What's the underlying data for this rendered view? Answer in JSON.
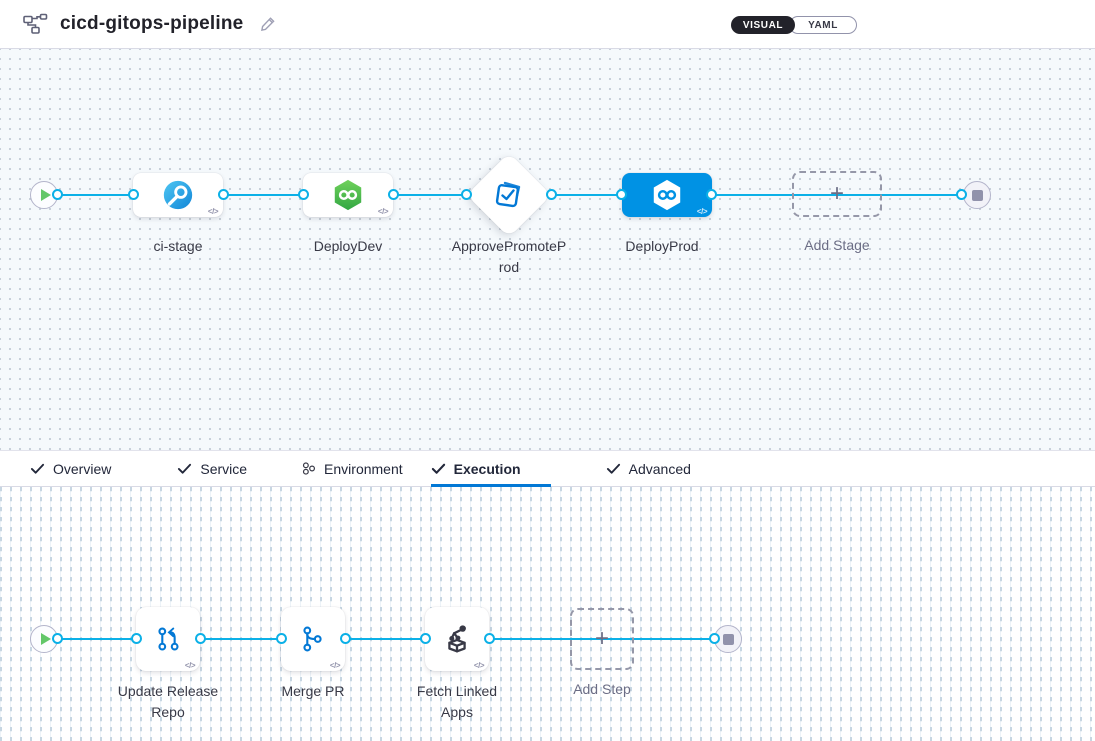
{
  "header": {
    "title": "cicd-gitops-pipeline",
    "view_toggle": {
      "visual_label": "VISUAL",
      "yaml_label": "YAML",
      "selected": "VISUAL"
    }
  },
  "stage_pipeline": {
    "stages": [
      {
        "label": "ci-stage",
        "type": "ci-build-stage"
      },
      {
        "label": "DeployDev",
        "type": "cd-deploy-stage"
      },
      {
        "label": "ApprovePromoteProd",
        "type": "approval-stage"
      },
      {
        "label": "DeployProd",
        "type": "cd-deploy-stage",
        "selected": true
      }
    ],
    "add_stage_label": "Add Stage",
    "code_toggle_glyph": "</>"
  },
  "config_tabs": {
    "items": [
      {
        "label": "Overview",
        "icon": "check"
      },
      {
        "label": "Service",
        "icon": "check"
      },
      {
        "label": "Environment",
        "icon": "environment"
      },
      {
        "label": "Execution",
        "icon": "check",
        "active": true
      },
      {
        "label": "Advanced",
        "icon": "check"
      }
    ]
  },
  "execution_steps": {
    "steps": [
      {
        "label": "Update Release Repo",
        "type": "update-release-repo-step"
      },
      {
        "label": "Merge PR",
        "type": "merge-pr-step"
      },
      {
        "label": "Fetch Linked Apps",
        "type": "fetch-linked-apps-step"
      }
    ],
    "add_step_label": "Add Step"
  },
  "colors": {
    "connector_blue": "#0bb0e7",
    "selected_stage_blue": "#0092e4",
    "ci_icon_blue": "#2bb5ed",
    "cd_icon_green": "#47bb4c",
    "approval_icon_blue": "#0278d5",
    "play_green": "#63c769",
    "end_node_gray": "#9192ab",
    "toggle_dark": "#22222a",
    "active_tab_underline": "#0278d5"
  }
}
